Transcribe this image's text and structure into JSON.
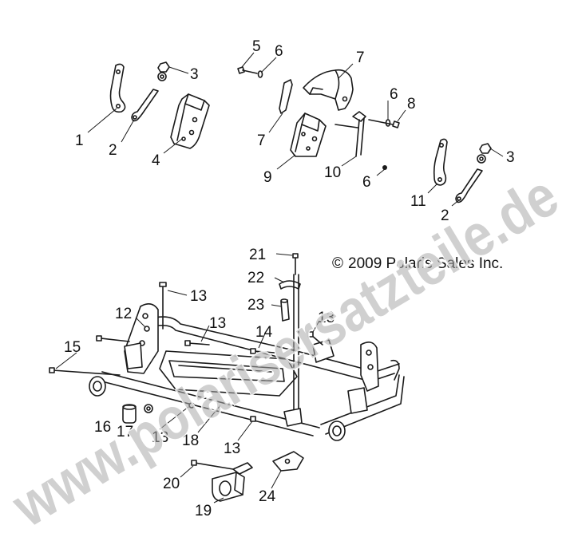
{
  "copyright": {
    "symbol": "©",
    "text": "2009 Polaris Sales Inc."
  },
  "watermark": "www.polarisersatzteile.de",
  "callouts": [
    "1",
    "2",
    "3",
    "4",
    "5",
    "6",
    "7",
    "8",
    "6",
    "7",
    "9",
    "10",
    "6",
    "11",
    "2",
    "3",
    "21",
    "22",
    "23",
    "13",
    "12",
    "13",
    "14",
    "13",
    "15",
    "16",
    "17",
    "13",
    "18",
    "13",
    "20",
    "19",
    "24"
  ]
}
